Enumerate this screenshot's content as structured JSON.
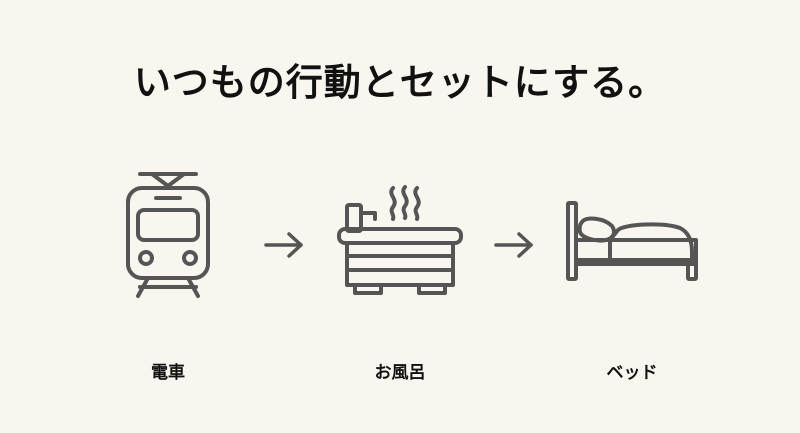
{
  "title": "いつもの行動とセットにする。",
  "steps": [
    {
      "icon": "train-icon",
      "label": "電車"
    },
    {
      "icon": "bathtub-icon",
      "label": "お風呂"
    },
    {
      "icon": "bed-icon",
      "label": "ベッド"
    }
  ],
  "arrows": [
    "arrow-right-icon",
    "arrow-right-icon"
  ],
  "colors": {
    "background": "#f8f6ee",
    "icon": "#555555",
    "text": "#111111"
  }
}
